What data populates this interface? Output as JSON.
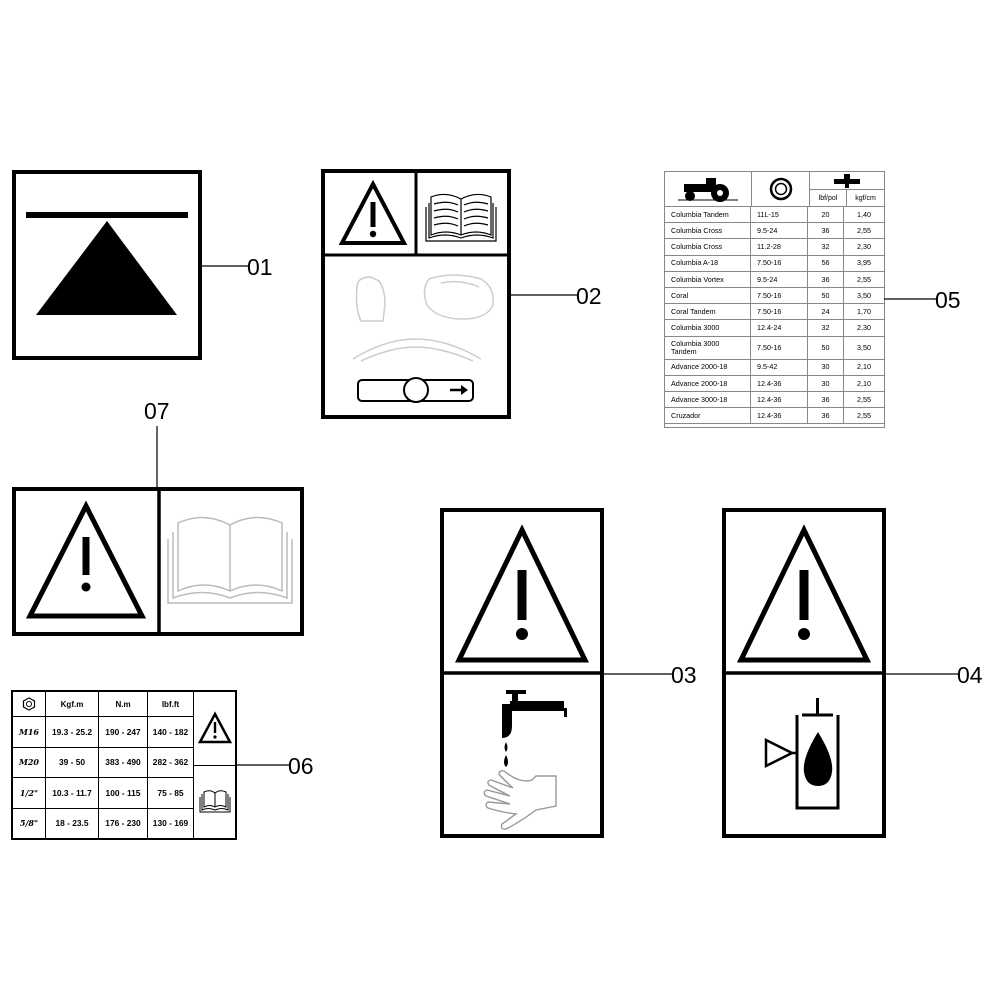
{
  "colors": {
    "ink": "#000000",
    "paper": "#ffffff",
    "faded": "#bbbbbb",
    "table_rule": "#888888"
  },
  "labels": {
    "l01": "01",
    "l02": "02",
    "l03": "03",
    "l04": "04",
    "l05": "05",
    "l06": "06",
    "l07": "07"
  },
  "decal_06": {
    "headers": [
      "Kgf.m",
      "N.m",
      "lbf.ft"
    ],
    "rows": [
      {
        "size": "M16",
        "kgfm": "19.3 - 25.2",
        "nm": "190 - 247",
        "lbfft": "140 - 182"
      },
      {
        "size": "M20",
        "kgfm": "39 - 50",
        "nm": "383 - 490",
        "lbfft": "282 - 362"
      },
      {
        "size": "1/2\"",
        "kgfm": "10.3 - 11.7",
        "nm": "100 - 115",
        "lbfft": "75 - 85"
      },
      {
        "size": "5/8\"",
        "kgfm": "18 - 23.5",
        "nm": "176 - 230",
        "lbfft": "130 - 169"
      }
    ]
  },
  "decal_05": {
    "headers": [
      "lbf/pol",
      "kgf/cm"
    ],
    "rows": [
      {
        "model": "Columbia Tandem",
        "tire": "11L-15",
        "lbf": "20",
        "kgf": "1,40"
      },
      {
        "model": "Columbia Cross",
        "tire": "9.5-24",
        "lbf": "36",
        "kgf": "2,55"
      },
      {
        "model": "Columbia Cross",
        "tire": "11.2-28",
        "lbf": "32",
        "kgf": "2,30"
      },
      {
        "model": "Columbia A-18",
        "tire": "7.50-16",
        "lbf": "56",
        "kgf": "3,95"
      },
      {
        "model": "Columbia Vortex",
        "tire": "9.5-24",
        "lbf": "36",
        "kgf": "2,55"
      },
      {
        "model": "Coral",
        "tire": "7.50-16",
        "lbf": "50",
        "kgf": "3,50"
      },
      {
        "model": "Coral Tandem",
        "tire": "7.50-16",
        "lbf": "24",
        "kgf": "1,70"
      },
      {
        "model": "Columbia 3000",
        "tire": "12.4-24",
        "lbf": "32",
        "kgf": "2,30"
      },
      {
        "model": "Columbia 3000 Tandem",
        "tire": "7.50-16",
        "lbf": "50",
        "kgf": "3,50"
      },
      {
        "model": "Advance 2000-18",
        "tire": "9.5-42",
        "lbf": "30",
        "kgf": "2,10"
      },
      {
        "model": "Advance 2000-18",
        "tire": "12.4-36",
        "lbf": "30",
        "kgf": "2,10"
      },
      {
        "model": "Advance 3000-18",
        "tire": "12.4-36",
        "lbf": "36",
        "kgf": "2,55"
      },
      {
        "model": "Cruzador",
        "tire": "12.4-36",
        "lbf": "36",
        "kgf": "2,55"
      }
    ]
  }
}
